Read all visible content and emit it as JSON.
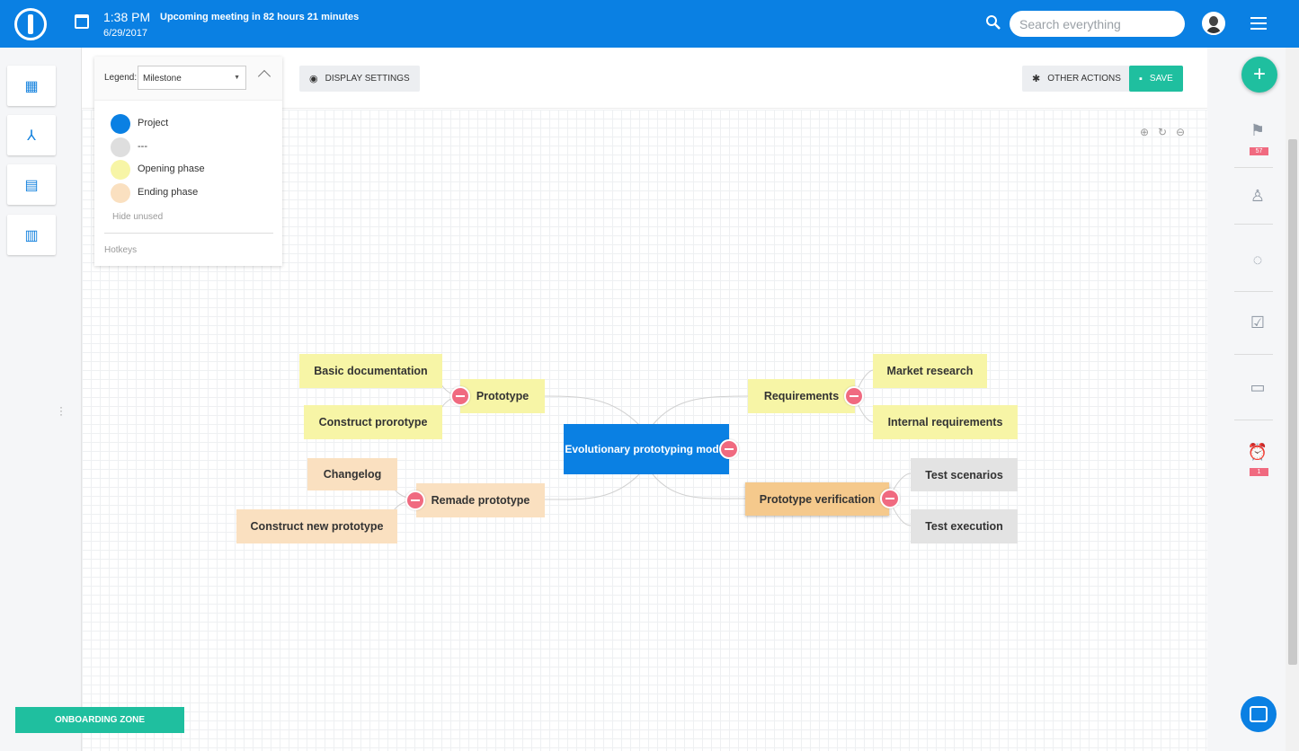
{
  "header": {
    "time": "1:38 PM",
    "date": "6/29/2017",
    "meeting": "Upcoming meeting in 82 hours 21 minutes",
    "search_placeholder": "Search everything"
  },
  "legend": {
    "label": "Legend:",
    "selected": "Milestone",
    "items": [
      {
        "label": "Project",
        "color": "#0a80e3"
      },
      {
        "label": "---",
        "color": "#dedede"
      },
      {
        "label": "Opening phase",
        "color": "#f7f5a6"
      },
      {
        "label": "Ending phase",
        "color": "#fae0c0"
      }
    ],
    "hide_unused": "Hide unused",
    "hotkeys": "Hotkeys"
  },
  "toolbar": {
    "display_settings": "DISPLAY SETTINGS",
    "other_actions": "OTHER ACTIONS",
    "save": "SAVE"
  },
  "mindmap": {
    "root": "Evolutionary prototyping model",
    "nodes": {
      "prototype": "Prototype",
      "basic_documentation": "Basic documentation",
      "construct_prorotype": "Construct prorotype",
      "remade_prototype": "Remade prototype",
      "changelog": "Changelog",
      "construct_new_prototype": "Construct new prototype",
      "requirements": "Requirements",
      "market_research": "Market research",
      "internal_requirements": "Internal requirements",
      "prototype_verification": "Prototype verification",
      "test_scenarios": "Test scenarios",
      "test_execution": "Test execution"
    }
  },
  "onboarding": "ONBOARDING ZONE",
  "rightbar": {
    "flag_badge": "57",
    "alarm_badge": "1"
  },
  "colors": {
    "brand": "#0a80e3",
    "accent": "#1fbf9f",
    "collapse": "#f06a80"
  }
}
